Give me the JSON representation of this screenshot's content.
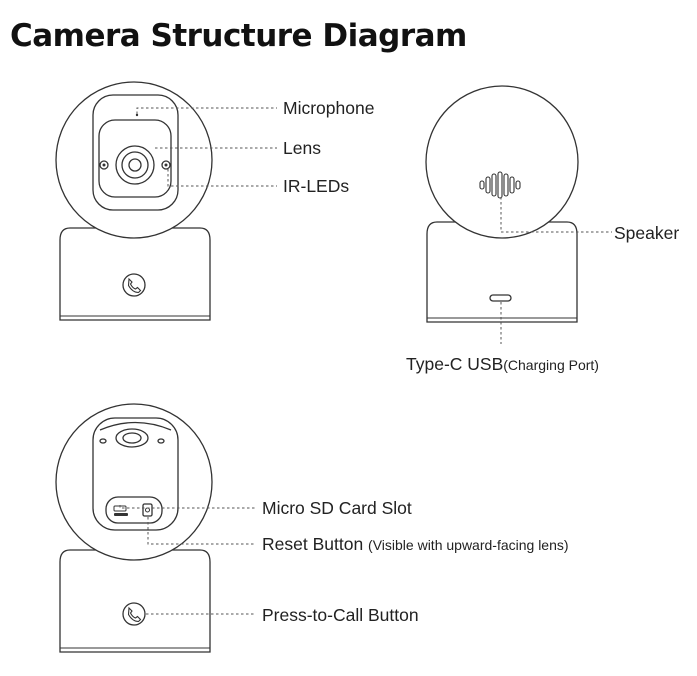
{
  "title": "Camera Structure Diagram",
  "labels": {
    "microphone": "Microphone",
    "lens": "Lens",
    "ir_leds": "IR-LEDs",
    "speaker": "Speaker",
    "usb_main": "Type-C USB",
    "usb_sub": "(Charging Port)",
    "sd_slot": "Micro SD Card Slot",
    "reset_main": "Reset Button",
    "reset_sub": "(Visible with upward-facing lens)",
    "call_button": "Press-to-Call Button"
  },
  "icons": {
    "call": "phone-icon",
    "sd": "sd-card-icon"
  },
  "colors": {
    "stroke": "#333333",
    "leader": "#555555",
    "text": "#222222"
  }
}
